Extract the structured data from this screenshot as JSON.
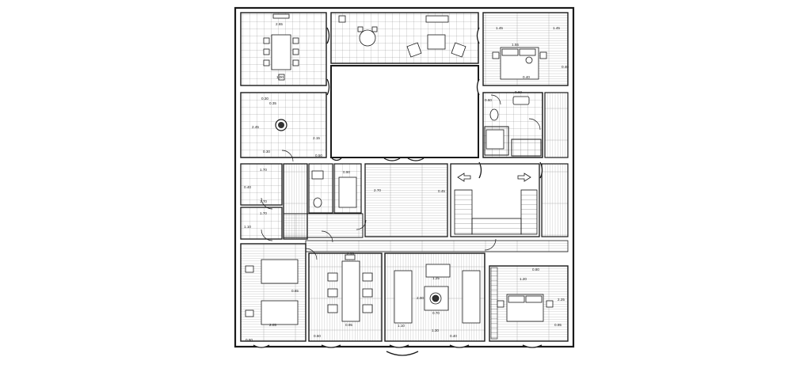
{
  "drawing": {
    "line_color": "#1a1a1a",
    "hatch_color": "#555555",
    "background": "#ffffff"
  },
  "dimensions": {
    "d_265": "2.65",
    "d_100": "1.00",
    "d_145a": "1.45",
    "d_145b": "1.45",
    "d_155": "1.55",
    "d_040a": "0.40",
    "d_040b": "0.40",
    "d_035": "0.35",
    "d_245": "2.45",
    "d_215": "2.15",
    "d_030a": "0.30",
    "d_030b": "0.30",
    "d_050": "0.50",
    "d_060a": "0.60",
    "d_060b": "0.60",
    "d_170a": "1.70",
    "d_170b": "1.70",
    "d_170c": "1.70",
    "d_110": "1.10",
    "d_040c": "0.40",
    "d_090": "0.90",
    "d_270": "2.70",
    "d_045": "0.45",
    "d_255": "2.55",
    "d_125": "1.25",
    "d_120": "1.20",
    "d_080": "0.80",
    "d_205": "2.05",
    "d_065": "0.65",
    "d_095": "0.95",
    "d_200": "2.00",
    "d_070": "0.70",
    "d_130": "1.30",
    "d_225": "2.25",
    "d_095b": "0.95",
    "d_060c": "0.60",
    "d_060d": "0.60",
    "d_040d": "0.40"
  }
}
